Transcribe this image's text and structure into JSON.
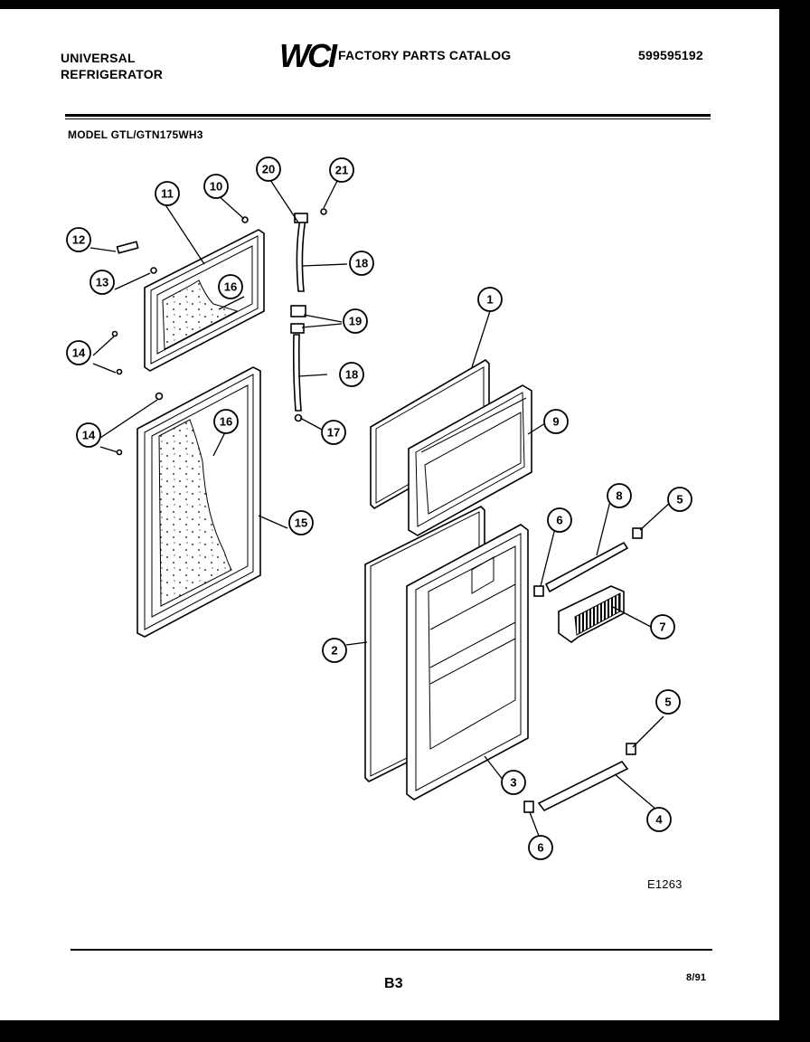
{
  "header": {
    "brand_line1": "UNIVERSAL",
    "brand_line2": "REFRIGERATOR",
    "logo_text": "WCI",
    "catalog_title": "FACTORY PARTS CATALOG",
    "catalog_number": "599595192",
    "model": "MODEL GTL/GTN175WH3"
  },
  "footer": {
    "diagram_code": "E1263",
    "page_number": "B3",
    "date": "8/91"
  },
  "callouts": {
    "c1": "1",
    "c2": "2",
    "c3": "3",
    "c4": "4",
    "c5a": "5",
    "c5b": "5",
    "c6a": "6",
    "c6b": "6",
    "c7": "7",
    "c8": "8",
    "c9": "9",
    "c10": "10",
    "c11": "11",
    "c12": "12",
    "c13": "13",
    "c14a": "14",
    "c14b": "14",
    "c15": "15",
    "c16a": "16",
    "c16b": "16",
    "c17": "17",
    "c18a": "18",
    "c18b": "18",
    "c19": "19",
    "c20": "20",
    "c21": "21"
  }
}
